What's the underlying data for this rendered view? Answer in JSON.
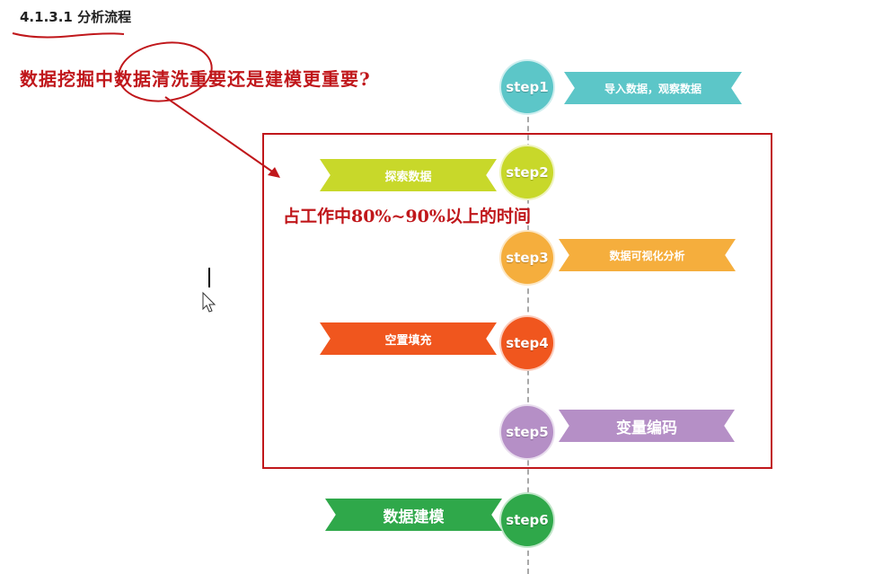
{
  "heading": "4.1.3.1 分析流程",
  "question": "数据挖掘中数据清洗重要还是建模更重要?",
  "note": "占工作中80%~90%以上的时间",
  "steps": [
    {
      "label": "step1",
      "banner": "导入数据，观察数据",
      "color": "#5cc6c8"
    },
    {
      "label": "step2",
      "banner": "探索数据",
      "color": "#c8d82a"
    },
    {
      "label": "step3",
      "banner": "数据可视化分析",
      "color": "#f5ae3d"
    },
    {
      "label": "step4",
      "banner": "空置填充",
      "color": "#f0561e"
    },
    {
      "label": "step5",
      "banner": "变量编码",
      "color": "#b58fc6"
    },
    {
      "label": "step6",
      "banner": "数据建模",
      "color": "#2fa84a"
    }
  ],
  "colors": {
    "annotation": "#c0171b",
    "timeline": "#a9a9a9"
  }
}
